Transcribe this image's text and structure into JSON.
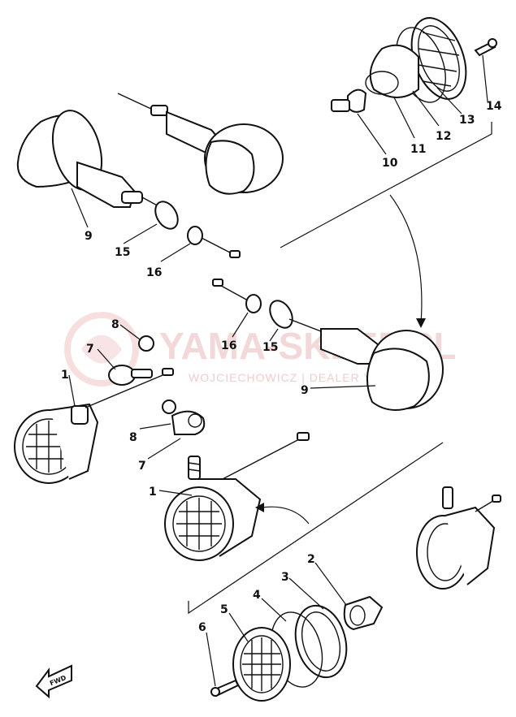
{
  "watermark": {
    "title": "YAMA-SKLEP.PL",
    "subtitle": "WOJCIECHOWICZ | DEALER YAMAHA"
  },
  "fwd_label": "FWD",
  "callouts": {
    "c1a": "1",
    "c1b": "1",
    "c2": "2",
    "c3": "3",
    "c4": "4",
    "c5": "5",
    "c6": "6",
    "c7a": "7",
    "c7b": "7",
    "c8a": "8",
    "c8b": "8",
    "c9a": "9",
    "c9b": "9",
    "c10": "10",
    "c11": "11",
    "c12": "12",
    "c13": "13",
    "c14": "14",
    "c15a": "15",
    "c15b": "15",
    "c16a": "16",
    "c16b": "16"
  }
}
